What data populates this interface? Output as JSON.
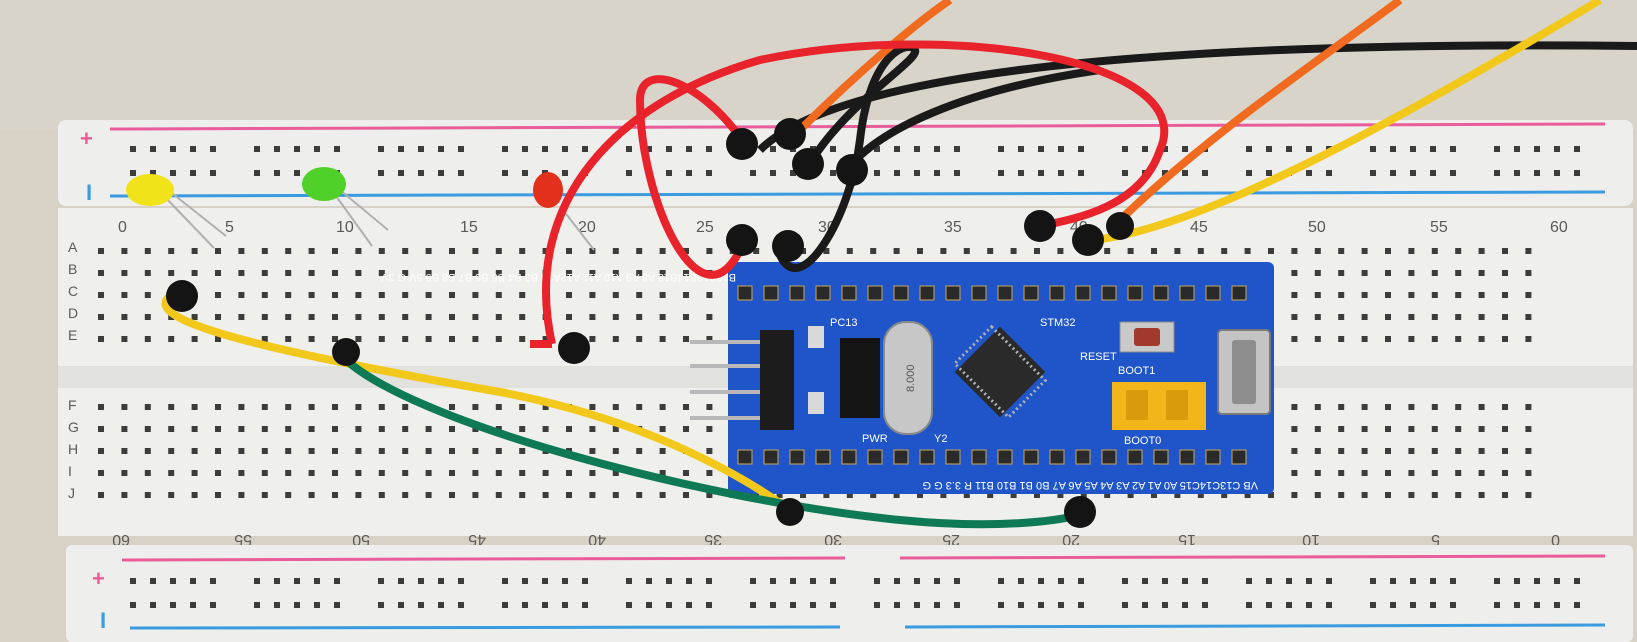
{
  "breadboard": {
    "rail_signs": {
      "plus": "+",
      "minus": "I"
    },
    "row_letters_top": [
      "A",
      "B",
      "C",
      "D",
      "E"
    ],
    "row_letters_bottom": [
      "F",
      "G",
      "H",
      "I",
      "J"
    ],
    "column_numbers_top": [
      "0",
      "5",
      "10",
      "15",
      "20",
      "25",
      "30",
      "35",
      "40",
      "45",
      "50",
      "55",
      "60"
    ],
    "column_numbers_bottom": [
      "60",
      "55",
      "50",
      "45",
      "40",
      "35",
      "30",
      "25",
      "20",
      "15",
      "10",
      "5",
      "0"
    ]
  },
  "leds": [
    {
      "name": "yellow-led",
      "color": "#f2e21a"
    },
    {
      "name": "green-led",
      "color": "#4fd12a"
    },
    {
      "name": "red-led",
      "color": "#e3301d"
    }
  ],
  "board": {
    "color": "#1f55c9",
    "top_pins": "B12B13B14B15 A8 A9 A10 A11 A12A15 B3 B4 B5 B6 B7 B8 B9 5V G 3V",
    "bottom_pins": "VB C13C14C15 A0 A1 A2 A3 A4 A5 A6 A7 B0 B1 B10 B11 R 3.3 G G",
    "label_pc13": "PC13",
    "label_pwr": "PWR",
    "label_y2": "Y2",
    "label_stm32": "STM32",
    "label_reset": "RESET",
    "label_boot1": "BOOT1",
    "label_boot0": "BOOT0",
    "crystal_text": "8.000"
  },
  "wire_colors": {
    "red": "#e8232b",
    "black": "#1a1a1a",
    "orange": "#f06a1f",
    "yellow": "#f2c81b",
    "green": "#0e7a55"
  }
}
